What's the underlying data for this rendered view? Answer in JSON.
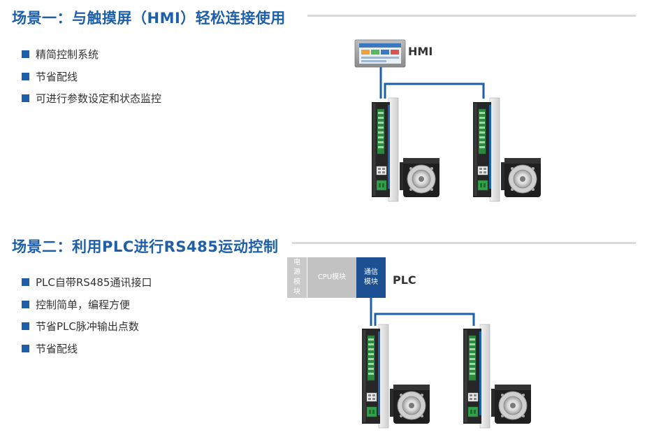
{
  "section1": {
    "title": "场景一：与触摸屏（HMI）轻松连接使用",
    "bullets": [
      "精简控制系统",
      "节省配线",
      "可进行参数设定和状态监控"
    ],
    "device_label": "HMI"
  },
  "section2": {
    "title": "场景二：利用PLC进行RS485运动控制",
    "bullets": [
      "PLC自带RS485通讯接口",
      "控制简单，编程方便",
      "节省PLC脉冲输出点数",
      "节省配线"
    ],
    "device_label": "PLC",
    "plc_modules": {
      "power": "电源模块",
      "cpu": "CPU模块",
      "comm": "通信模块"
    }
  },
  "colors": {
    "accent": "#1d5fa8",
    "cable": "#1d5fa8",
    "rule": "#d9d9d9"
  }
}
